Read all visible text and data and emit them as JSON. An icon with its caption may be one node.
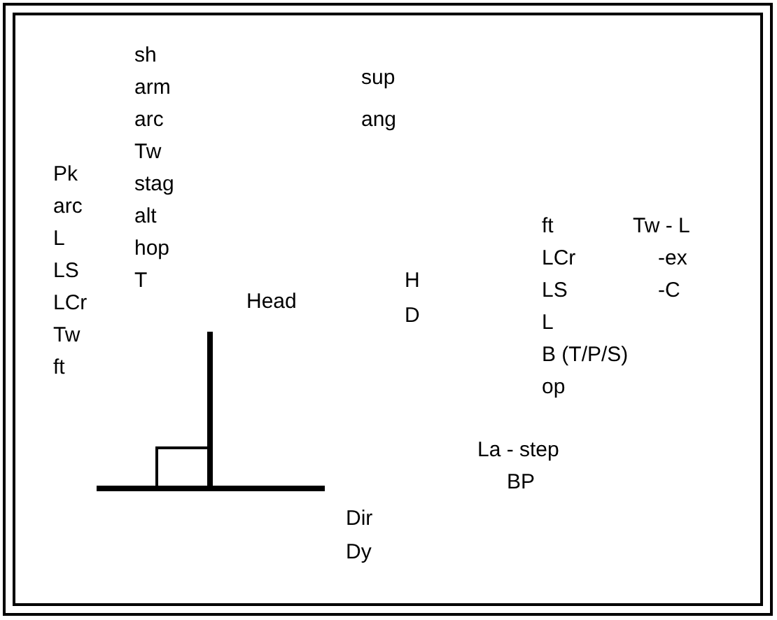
{
  "diagram": {
    "labels": [
      "sh",
      "arm",
      "arc",
      "Tw",
      "stag",
      "alt",
      "hop",
      "T",
      "sup",
      "ang",
      "Pk",
      "arc",
      "L",
      "LS",
      "LCr",
      "Tw",
      "ft",
      "Head",
      "H",
      "D",
      "ft",
      "LCr",
      "LS",
      "L",
      "B (T/P/S)",
      "op",
      "Tw - L",
      "-ex",
      "-C",
      "La - step",
      "BP",
      "Dir",
      "Dy"
    ]
  }
}
